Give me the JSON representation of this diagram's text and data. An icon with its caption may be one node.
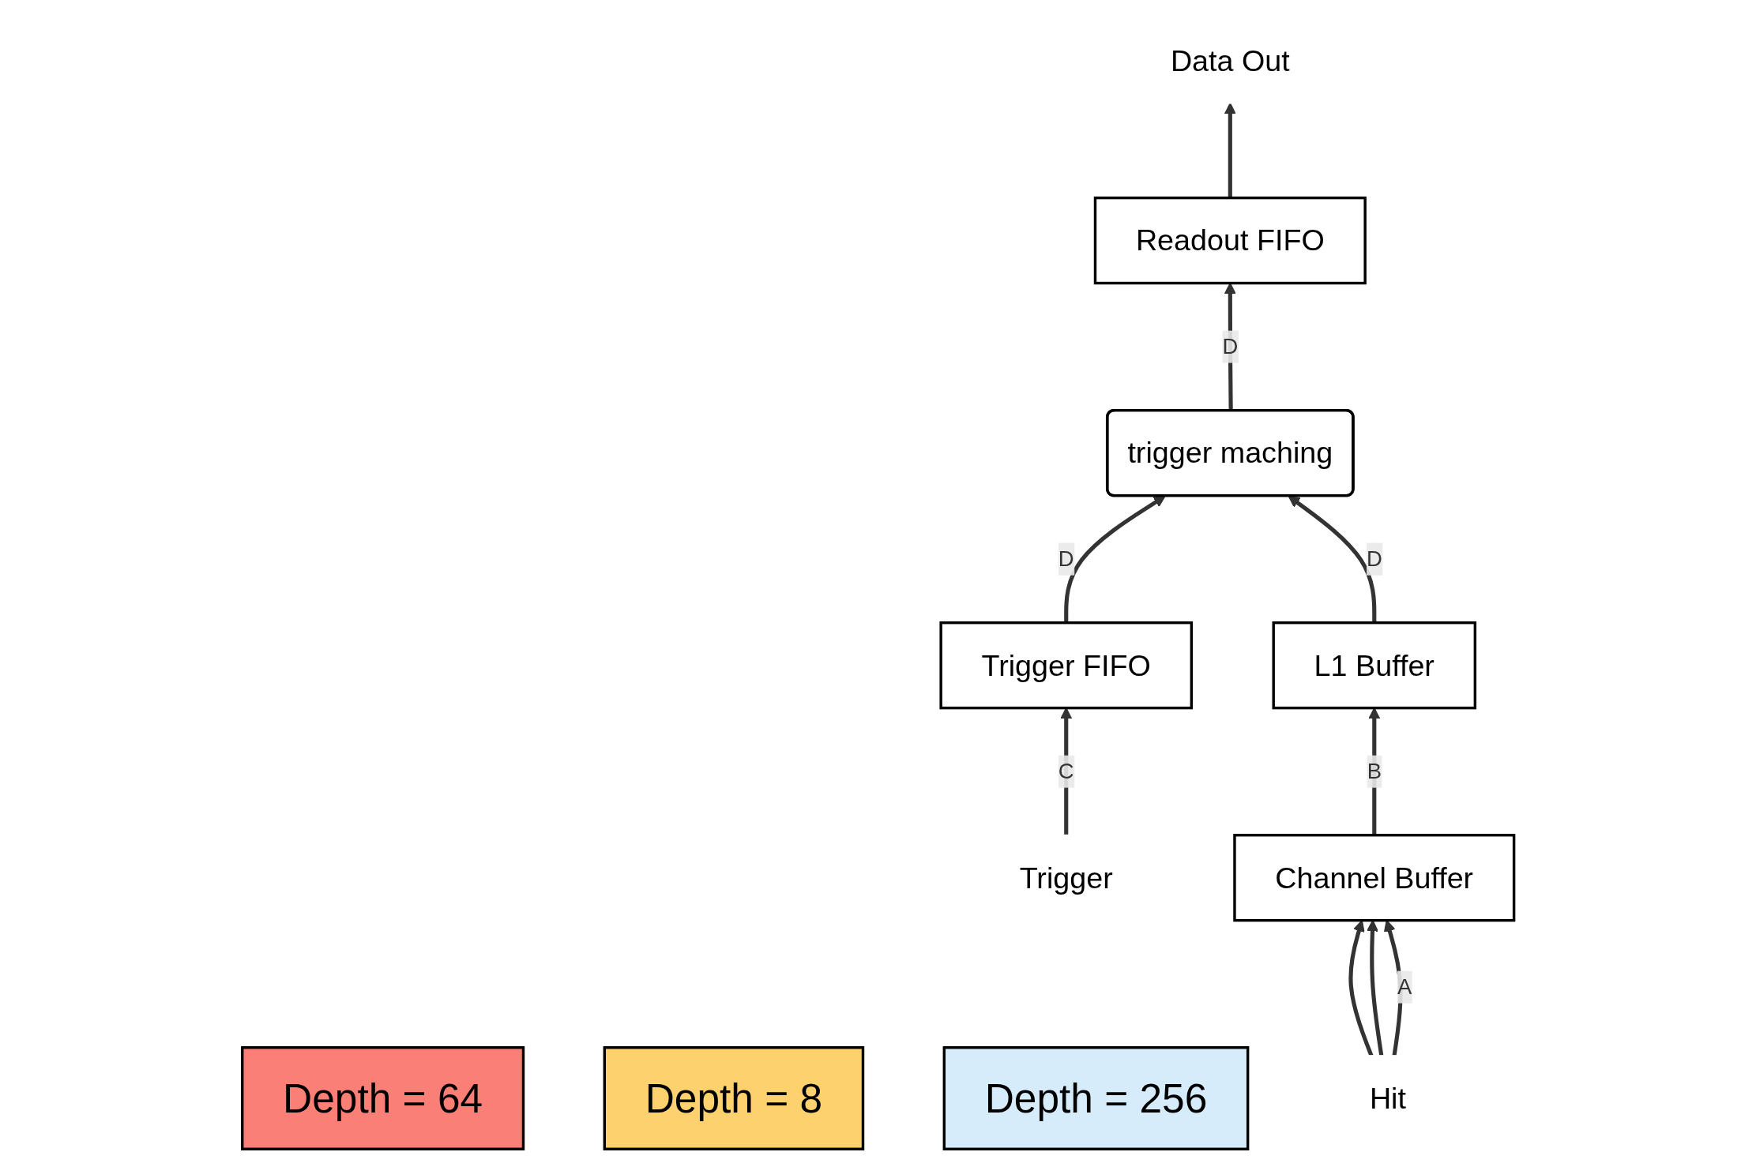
{
  "diagram": {
    "nodes": [
      {
        "text": [
          "Data Out"
        ]
      },
      {
        "text": [
          "Readout FIFO"
        ]
      },
      {
        "text": [
          "Depth = 64"
        ]
      },
      {
        "text": [
          "Trigger"
        ]
      },
      {
        "text": [
          "Trigger FIFO"
        ]
      },
      {
        "text": [
          "Depth = 8"
        ]
      },
      {
        "text": [
          "trigger maching"
        ]
      },
      {
        "text": [
          "L1 Buffer"
        ]
      },
      {
        "text": [
          "Depth = 256"
        ]
      },
      {
        "text": [
          "Channel Buffer"
        ]
      },
      {
        "text": [
          "Hit"
        ]
      }
    ],
    "edges": [
      {
        "from": 1,
        "to": 0,
        "arrow": "to"
      },
      {
        "from": 3,
        "to": 4,
        "arrow": "to",
        "label": "C"
      },
      {
        "from": 6,
        "to": 1,
        "arrow": "to",
        "label": "D"
      },
      {
        "from": 4,
        "to": 6,
        "arrow": "to",
        "label": "D"
      },
      {
        "from": 7,
        "to": 6,
        "arrow": "to",
        "label": "D"
      },
      {
        "from": 9,
        "to": 7,
        "arrow": "to",
        "label": "B"
      },
      {
        "from": 10,
        "to": 9,
        "arrow": "to"
      },
      {
        "from": 10,
        "to": 9,
        "arrow": "to"
      },
      {
        "from": 10,
        "to": 9,
        "arrow": "to",
        "label": "A"
      }
    ]
  }
}
